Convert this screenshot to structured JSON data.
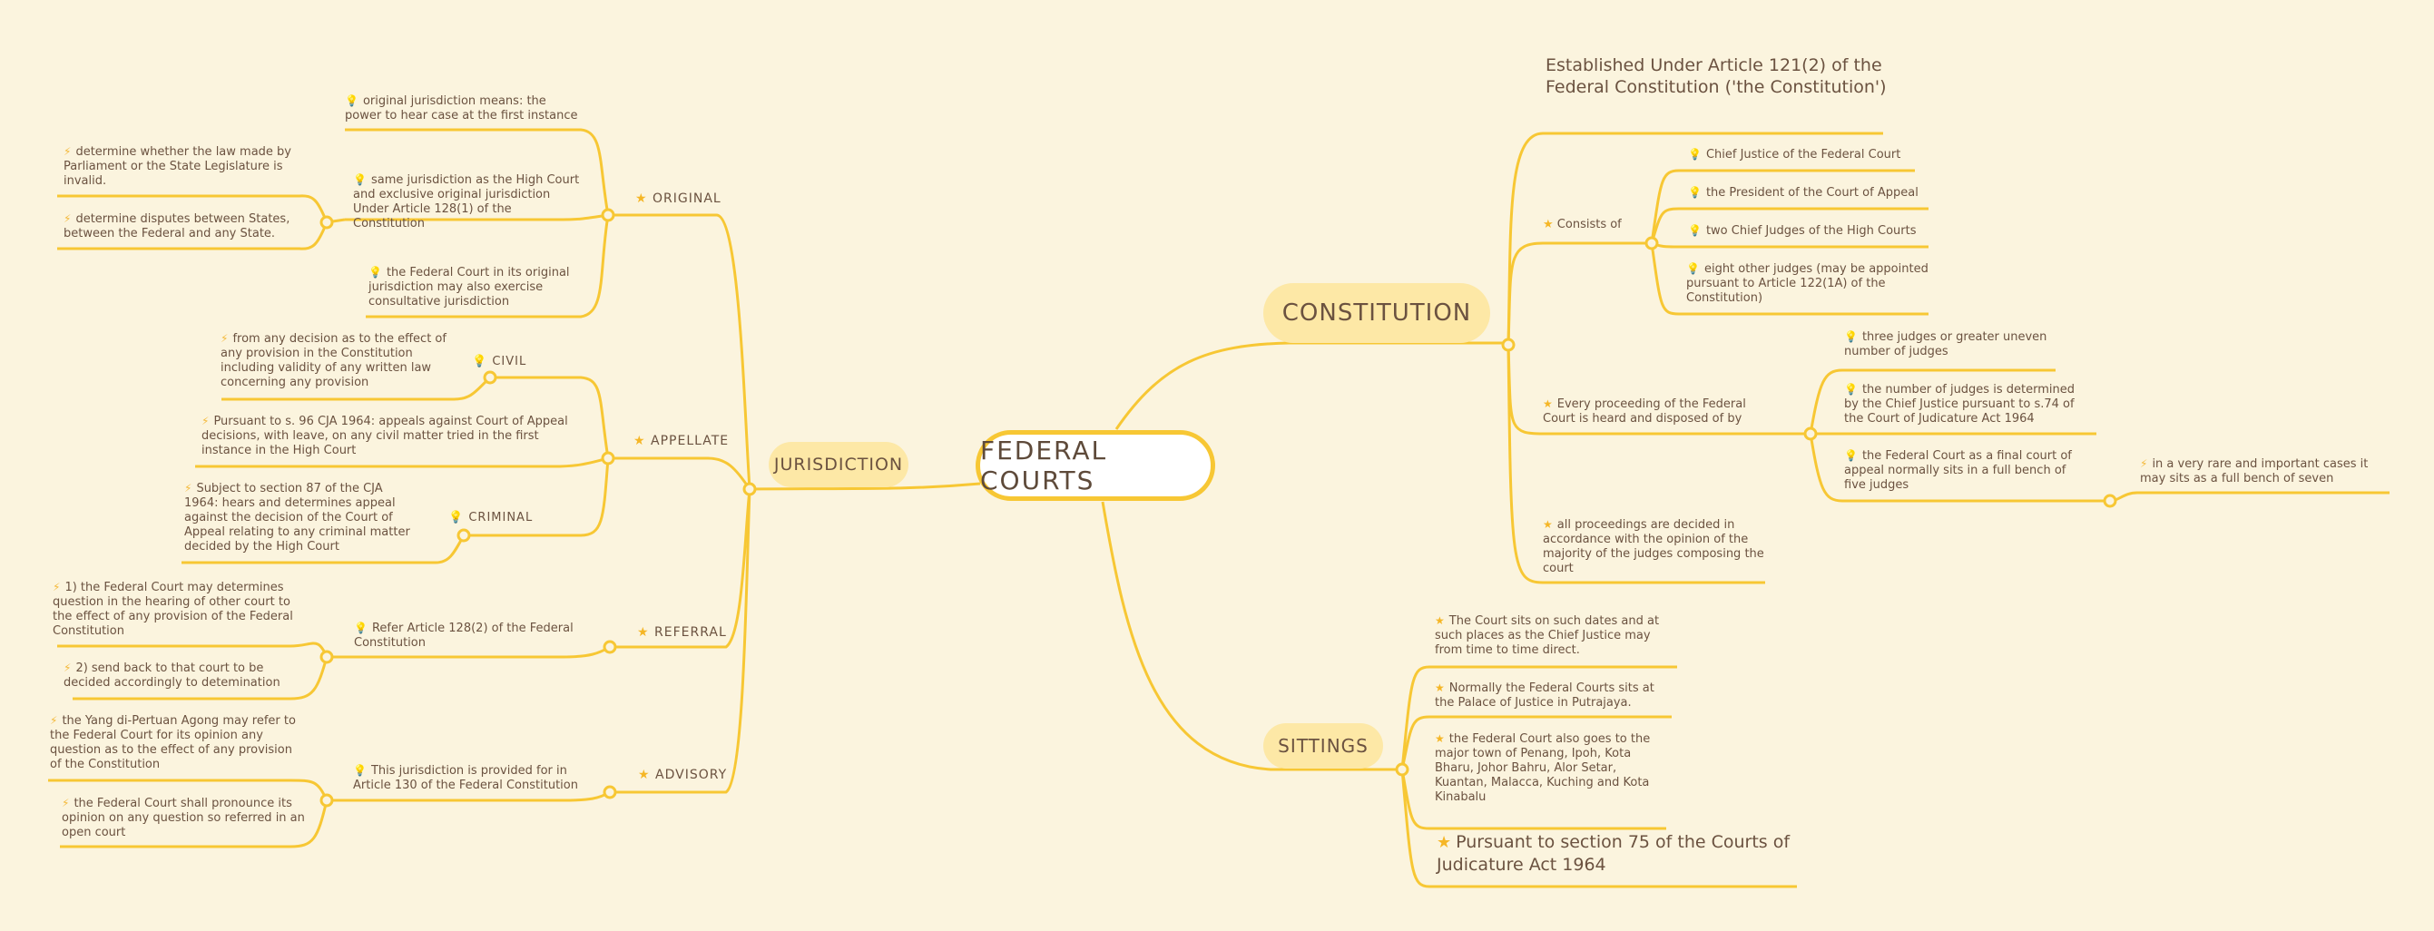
{
  "root": {
    "title": "FEDERAL COURTS"
  },
  "colors": {
    "background": "#fbf4de",
    "line": "#f7c734",
    "pill": "#fde8a6",
    "text": "#6b5240",
    "root_fill": "#ffffff"
  },
  "icons": {
    "bulb": "💡",
    "bolt": "⚡",
    "star": "★"
  },
  "jurisdiction": {
    "title": "JURISDICTION",
    "original": {
      "label": "ORIGINAL",
      "notes": [
        "original jurisdiction means: the power to hear case at the first instance",
        "same jurisdiction as the High Court and exclusive original jurisdiction Under Article 128(1) of the Constitution",
        "the Federal Court in its original jurisdiction may also exercise consultative jurisdiction"
      ],
      "details": [
        "determine whether the law made by Parliament or the State Legislature is invalid.",
        "determine disputes between States, between the Federal and any State."
      ]
    },
    "appellate": {
      "label": "APPELLATE",
      "civil": {
        "label": "CIVIL",
        "detail": "from any decision as to the effect of any provision in the Constitution including validity of any written law concerning any provision"
      },
      "middle": "Pursuant to s. 96 CJA 1964: appeals against Court of Appeal decisions, with leave, on any civil matter tried in the first instance in the High Court",
      "criminal": {
        "label": "CRIMINAL",
        "detail": "Subject to section 87 of the CJA 1964: hears and determines appeal against the decision of the Court of Appeal relating to any criminal matter decided by the High Court"
      }
    },
    "referral": {
      "label": "REFERRAL",
      "note": "Refer Article 128(2) of the Federal Constitution",
      "details": [
        "1) the Federal Court may determines question in the hearing of other court to the effect of any provision of the Federal Constitution",
        "2) send back to that court to be decided accordingly to detemination"
      ]
    },
    "advisory": {
      "label": "ADVISORY",
      "note": "This jurisdiction is provided for in Article 130 of the Federal Constitution",
      "details": [
        "the Yang di-Pertuan Agong may refer to the Federal Court for its opinion any question as to the effect of any provision of the Constitution",
        "the Federal Court shall pronounce its opinion on any question so referred in an open court"
      ]
    }
  },
  "constitution": {
    "title": "CONSTITUTION",
    "established": "Established Under Article 121(2) of the Federal Constitution ('the Constitution')",
    "consists": {
      "label": "Consists of",
      "items": [
        "Chief Justice of the Federal Court",
        "the President of the Court of Appeal",
        "two Chief Judges of the High Courts",
        "eight other judges (may be appointed pursuant to Article 122(1A) of the Constitution)"
      ]
    },
    "proceeding": {
      "label": "Every proceeding of the Federal Court is heard and disposed of by",
      "items": [
        "three judges or greater uneven number of judges",
        "the number of judges is determined by the Chief Justice pursuant to s.74 of the Court of Judicature Act 1964",
        "the Federal Court as a final court of appeal normally sits in a full bench of five judges"
      ],
      "rare": "in a very rare and important cases it may sits as a full bench of seven"
    },
    "majority": "all proceedings are decided in accordance with the opinion of the majority of the judges composing the court"
  },
  "sittings": {
    "title": "SITTINGS",
    "items": [
      "The Court sits on such dates and at such places as the Chief Justice may from time to time direct.",
      "Normally the Federal Courts sits at the Palace of Justice in Putrajaya.",
      "the Federal Court also goes to the major town of Penang, Ipoh, Kota Bharu, Johor Bahru, Alor Setar, Kuantan, Malacca, Kuching and Kota Kinabalu",
      "Pursuant to section 75 of the Courts of Judicature Act 1964"
    ]
  }
}
